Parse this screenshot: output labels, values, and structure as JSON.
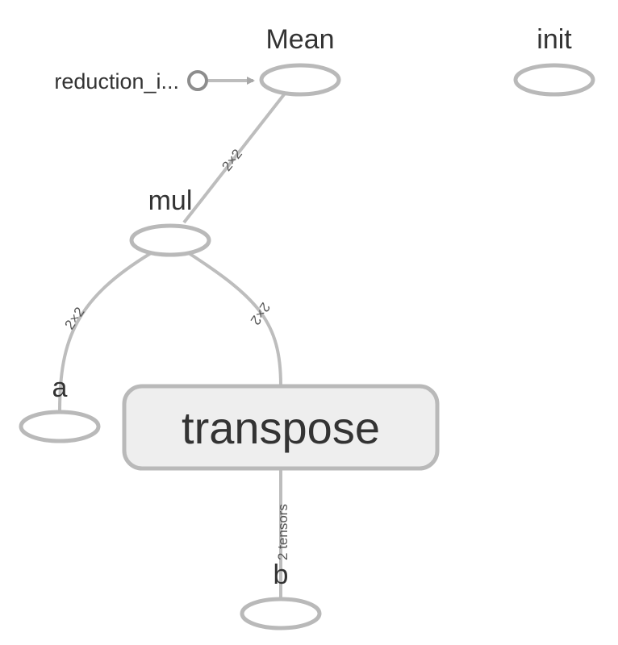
{
  "graph": {
    "nodes": {
      "mean": {
        "label": "Mean"
      },
      "init": {
        "label": "init"
      },
      "reduction": {
        "label": "reduction_i..."
      },
      "mul": {
        "label": "mul"
      },
      "a": {
        "label": "a"
      },
      "transpose": {
        "label": "transpose"
      },
      "b": {
        "label": "b"
      }
    },
    "edges": {
      "mul_to_mean": {
        "label": "2×2"
      },
      "a_to_mul": {
        "label": "2×2"
      },
      "transpose_to_mul": {
        "label": "2×2"
      },
      "b_to_transpose": {
        "label": "2 tensors"
      }
    }
  },
  "colors": {
    "edge": "#bdbdbd",
    "node_stroke": "#b9b9b9",
    "group_fill": "#eeeeee",
    "text": "#333333"
  }
}
